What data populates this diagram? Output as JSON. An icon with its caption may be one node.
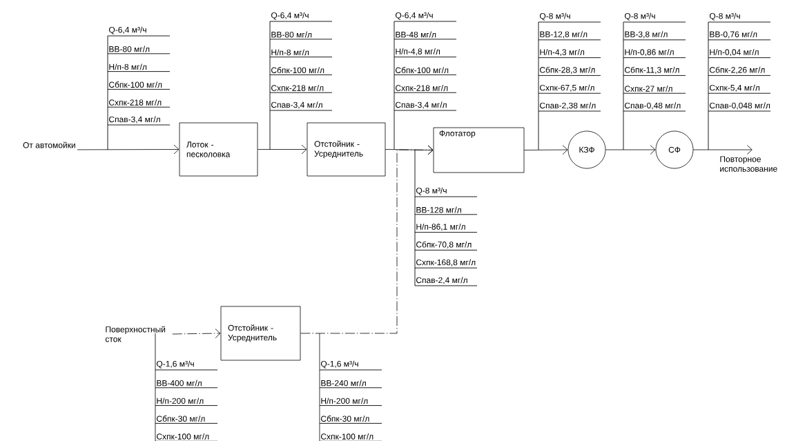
{
  "diagram": {
    "nodes": [
      {
        "text": [
          "От автомойки"
        ]
      },
      {
        "text": [
          "Лоток - песколовка"
        ]
      },
      {
        "text": [
          "Отстойник - Усреднитель"
        ]
      },
      {
        "text": [
          "Флотатор"
        ]
      },
      {
        "text": [
          "КЗФ"
        ]
      },
      {
        "text": [
          "СФ"
        ]
      },
      {
        "text": [
          "Повторное использование"
        ]
      },
      {
        "text": [
          "Поверхностный сток"
        ]
      },
      {
        "text": [
          "Отстойник - Усреднитель"
        ]
      }
    ],
    "edges": [
      {
        "from": 0,
        "to": 1,
        "arrow": "to"
      },
      {
        "from": 1,
        "to": 2,
        "arrow": "to"
      },
      {
        "from": 2,
        "to": 3,
        "arrow": "to"
      },
      {
        "from": 3,
        "to": 4,
        "arrow": "to"
      },
      {
        "from": 4,
        "to": 5,
        "arrow": "to"
      },
      {
        "from": 5,
        "to": 6,
        "arrow": "to"
      },
      {
        "from": 7,
        "to": 8,
        "arrow": "to",
        "style": "dashed"
      },
      {
        "from": 8,
        "to": 3,
        "arrow": "to",
        "style": "dashed"
      }
    ],
    "labels": [
      "Q-6,4 м³/ч",
      "ВВ-80 мг/л",
      "Н/п-8 мг/л",
      "Сбпк-100 мг/л",
      "Схпк-218 мг/л",
      "Спав-3,4 мг/л",
      "Q-6,4 м³/ч",
      "ВВ-80 мг/л",
      "Н/п-8 мг/л",
      "Сбпк-100 мг/л",
      "Схпк-218 мг/л",
      "Спав-3,4 мг/л",
      "Q-6,4 м³/ч",
      "ВВ-48 мг/л",
      "Н/п-4,8 мг/л",
      "Сбпк-100 мг/л",
      "Схпк-218 мг/л",
      "Спав-3,4 мг/л",
      "Q-8 м³/ч",
      "ВВ-12,8 мг/л",
      "Н/п-4,3 мг/л",
      "Сбпк-28,3 мг/л",
      "Схпк-67,5 мг/л",
      "Спав-2,38 мг/л",
      "Q-8 м³/ч",
      "ВВ-3,8 мг/л",
      "Н/п-0,86 мг/л",
      "Сбпк-11,3 мг/л",
      "Схпк-27 мг/л",
      "Спав-0,48 мг/л",
      "Q-8 м³/ч",
      "ВВ-0,76 мг/л",
      "Н/п-0,04 мг/л",
      "Сбпк-2,26 мг/л",
      "Схпк-5,4 мг/л",
      "Спав-0,048 мг/л",
      "Q-8 м³/ч",
      "ВВ-128 мг/л",
      "Н/п-86,1 мг/л",
      "Сбпк-70,8 мг/л",
      "Схпк-168,8 мг/л",
      "Спав-2,4 мг/л",
      "Q-1,6 м³/ч",
      "ВВ-400 мг/л",
      "Н/п-200 мг/л",
      "Сбпк-30 мг/л",
      "Схпк-100 мг/л",
      "Q-1,6 м³/ч",
      "ВВ-240 мг/л",
      "Н/п-200 мг/л",
      "Сбпк-30 мг/л",
      "Схпк-100 мг/л"
    ]
  }
}
